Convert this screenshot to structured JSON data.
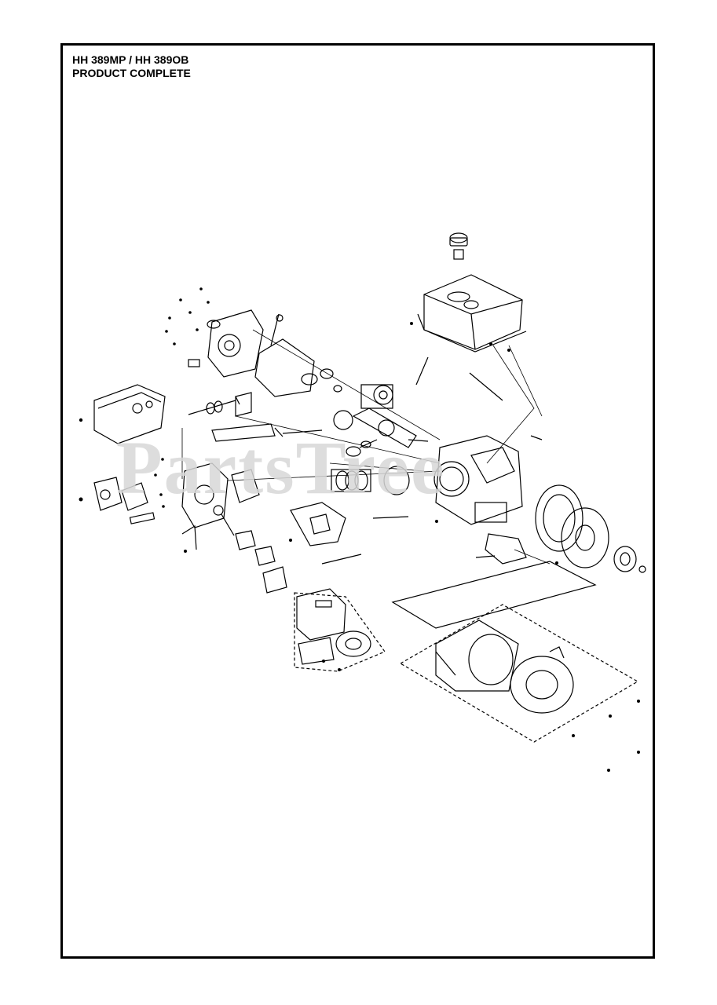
{
  "header": {
    "line1": "HH 389MP / HH 389OB",
    "line2": "PRODUCT COMPLETE"
  },
  "watermark": "PartsTree",
  "colors": {
    "ink": "#000000",
    "watermark": "#d8d8d8"
  }
}
